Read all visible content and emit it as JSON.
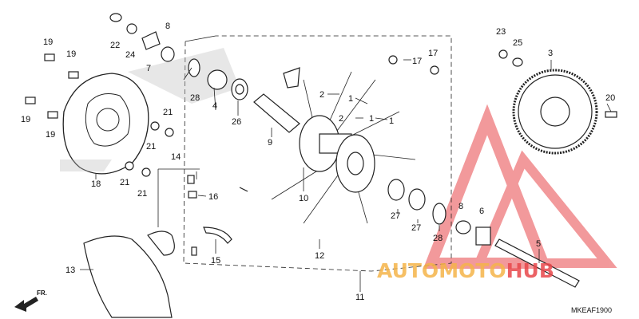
{
  "diagram": {
    "code": "MKEAF1900",
    "direction": "FR.",
    "callouts": [
      {
        "id": "p1a",
        "label": "1"
      },
      {
        "id": "p1b",
        "label": "1"
      },
      {
        "id": "p1c",
        "label": "1"
      },
      {
        "id": "p2a",
        "label": "2"
      },
      {
        "id": "p2b",
        "label": "2"
      },
      {
        "id": "p3",
        "label": "3"
      },
      {
        "id": "p4",
        "label": "4"
      },
      {
        "id": "p5",
        "label": "5"
      },
      {
        "id": "p6",
        "label": "6"
      },
      {
        "id": "p7",
        "label": "7"
      },
      {
        "id": "p8a",
        "label": "8"
      },
      {
        "id": "p8b",
        "label": "8"
      },
      {
        "id": "p9",
        "label": "9"
      },
      {
        "id": "p10",
        "label": "10"
      },
      {
        "id": "p11",
        "label": "11"
      },
      {
        "id": "p12",
        "label": "12"
      },
      {
        "id": "p13",
        "label": "13"
      },
      {
        "id": "p14",
        "label": "14"
      },
      {
        "id": "p15",
        "label": "15"
      },
      {
        "id": "p16",
        "label": "16"
      },
      {
        "id": "p17a",
        "label": "17"
      },
      {
        "id": "p17b",
        "label": "17"
      },
      {
        "id": "p18",
        "label": "18"
      },
      {
        "id": "p19a",
        "label": "19"
      },
      {
        "id": "p19b",
        "label": "19"
      },
      {
        "id": "p19c",
        "label": "19"
      },
      {
        "id": "p19d",
        "label": "19"
      },
      {
        "id": "p20",
        "label": "20"
      },
      {
        "id": "p21a",
        "label": "21"
      },
      {
        "id": "p21b",
        "label": "21"
      },
      {
        "id": "p21c",
        "label": "21"
      },
      {
        "id": "p21d",
        "label": "21"
      },
      {
        "id": "p22",
        "label": "22"
      },
      {
        "id": "p23",
        "label": "23"
      },
      {
        "id": "p24",
        "label": "24"
      },
      {
        "id": "p25",
        "label": "25"
      },
      {
        "id": "p26",
        "label": "26"
      },
      {
        "id": "p27a",
        "label": "27"
      },
      {
        "id": "p27b",
        "label": "27"
      },
      {
        "id": "p28a",
        "label": "28"
      },
      {
        "id": "p28b",
        "label": "28"
      }
    ]
  },
  "watermark": {
    "part1": "AUTO",
    "part2": "MOTO",
    "part3": "HUB",
    "color_orange": "#f5b44a",
    "color_red": "#e8474b"
  }
}
